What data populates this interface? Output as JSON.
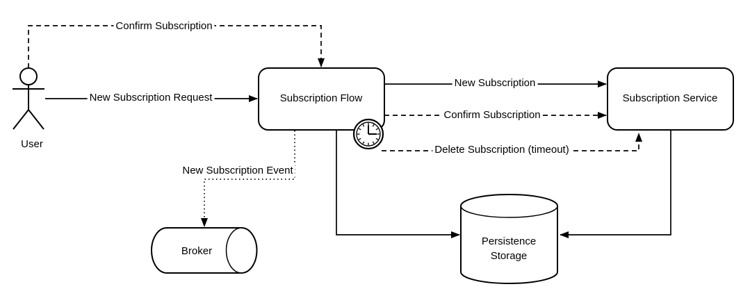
{
  "diagram": {
    "background_color": "#ffffff",
    "stroke_color": "#000000",
    "text_color": "#000000",
    "nodes": {
      "user": {
        "label": "User",
        "shape": "actor"
      },
      "subscription_flow": {
        "label": "Subscription Flow",
        "shape": "rounded-rectangle",
        "badge_icon": "timer-clock"
      },
      "subscription_service": {
        "label": "Subscription Service",
        "shape": "rounded-rectangle"
      },
      "broker": {
        "label": "Broker",
        "shape": "horizontal-cylinder"
      },
      "persistence_storage": {
        "label": "Persistence Storage",
        "shape": "database-cylinder"
      }
    },
    "edges": {
      "confirm_subscription_to_flow": {
        "label": "Confirm Subscription",
        "from": "User",
        "to": "Subscription Flow",
        "line": "dashed"
      },
      "new_subscription_request": {
        "label": "New Subscription Request",
        "from": "User",
        "to": "Subscription Flow",
        "line": "solid"
      },
      "new_subscription": {
        "label": "New Subscription",
        "from": "Subscription Flow",
        "to": "Subscription Service",
        "line": "solid"
      },
      "confirm_subscription_to_service": {
        "label": "Confirm Subscription",
        "from": "Subscription Flow",
        "to": "Subscription Service",
        "line": "dashed"
      },
      "delete_subscription_timeout": {
        "label": "Delete Subscription (timeout)",
        "from": "Subscription Flow timer",
        "to": "Subscription Service",
        "line": "dashed"
      },
      "new_subscription_event": {
        "label": "New Subscription Event",
        "from": "Subscription Flow",
        "to": "Broker",
        "line": "dotted"
      },
      "flow_to_storage": {
        "label": "",
        "from": "Subscription Flow",
        "to": "Persistence Storage",
        "line": "solid"
      },
      "service_to_storage": {
        "label": "",
        "from": "Subscription Service",
        "to": "Persistence Storage",
        "line": "solid"
      }
    },
    "icons": {
      "timer": "clock-icon"
    }
  }
}
